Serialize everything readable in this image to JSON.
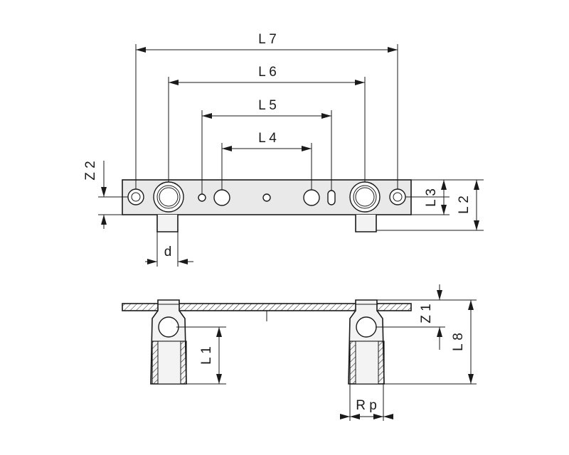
{
  "labels": {
    "L7": "L 7",
    "L6": "L 6",
    "L5": "L 5",
    "L4": "L 4",
    "Z2": "Z 2",
    "L3": "L 3",
    "L2": "L 2",
    "d": "d",
    "Z1": "Z 1",
    "L8": "L 8",
    "L1": "L 1",
    "Rp": "R p"
  }
}
